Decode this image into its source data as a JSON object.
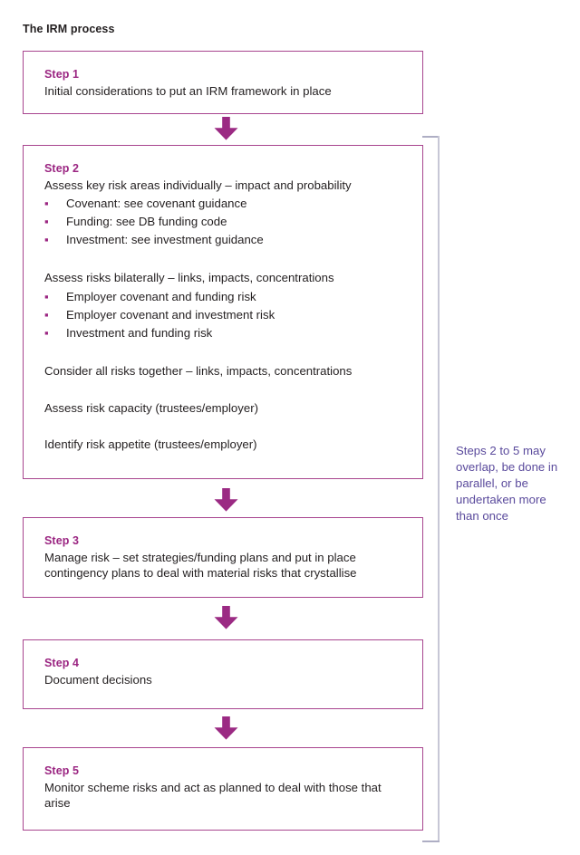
{
  "title": "The IRM process",
  "colors": {
    "box_border": "#a8458f",
    "step_heading": "#9b2682",
    "body_text": "#231f20",
    "arrow": "#9b2a83",
    "bracket": "#c7c7d6",
    "side_note": "#5a4a9c",
    "background": "#ffffff"
  },
  "steps": [
    {
      "label": "Step 1",
      "blocks": [
        {
          "kind": "paragraph",
          "text": "Initial considerations to put an IRM framework in place"
        }
      ]
    },
    {
      "label": "Step 2",
      "blocks": [
        {
          "kind": "paragraph",
          "text": "Assess key risk areas individually – impact and probability"
        },
        {
          "kind": "bullets",
          "items": [
            "Covenant: see covenant guidance",
            "Funding: see DB funding code",
            "Investment: see investment guidance"
          ]
        },
        {
          "kind": "paragraph",
          "text": "Assess risks bilaterally – links, impacts, concentrations"
        },
        {
          "kind": "bullets",
          "items": [
            "Employer covenant and funding risk",
            "Employer covenant and investment risk",
            "Investment and funding risk"
          ]
        },
        {
          "kind": "paragraph",
          "text": "Consider all risks together – links, impacts, concentrations"
        },
        {
          "kind": "paragraph",
          "text": "Assess risk capacity (trustees/employer)"
        },
        {
          "kind": "paragraph",
          "text": "Identify risk appetite (trustees/employer)"
        }
      ]
    },
    {
      "label": "Step 3",
      "blocks": [
        {
          "kind": "paragraph",
          "text": "Manage risk – set strategies/funding plans and put in place contingency plans to deal with material risks that crystallise"
        }
      ]
    },
    {
      "label": "Step 4",
      "blocks": [
        {
          "kind": "paragraph",
          "text": "Document decisions"
        }
      ]
    },
    {
      "label": "Step 5",
      "blocks": [
        {
          "kind": "paragraph",
          "text": "Monitor scheme risks and act as planned to deal with those that arise"
        }
      ]
    }
  ],
  "arrows": [
    {
      "name": "arrow-step1-to-step2"
    },
    {
      "name": "arrow-step2-to-step3"
    },
    {
      "name": "arrow-step3-to-step4"
    },
    {
      "name": "arrow-step4-to-step5"
    }
  ],
  "side_note": {
    "text": "Steps 2 to 5 may overlap, be done in parallel, or be undertaken more than once"
  },
  "bullet_glyph": "▪"
}
